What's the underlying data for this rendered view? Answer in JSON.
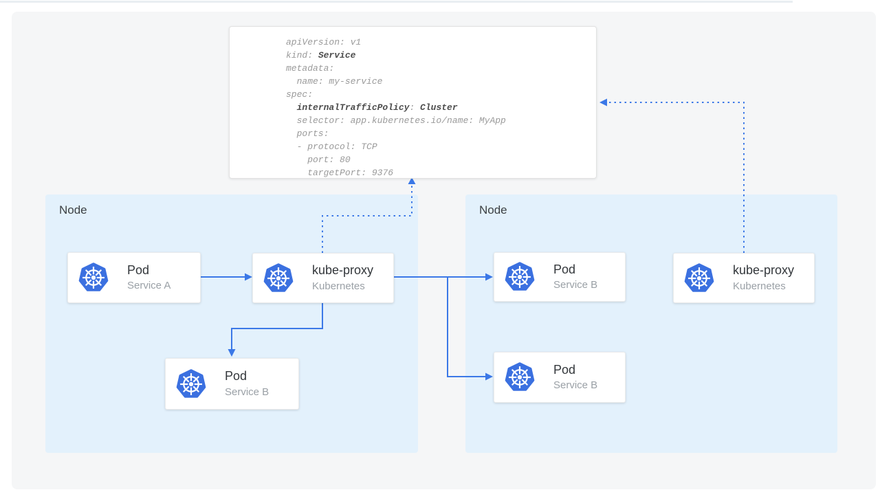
{
  "colors": {
    "arrow": "#3B78E7",
    "k8s-blue": "#3B70E0",
    "node-bg": "#E3F1FC",
    "card-bg": "#F5F6F7",
    "top-line": "#E9EEF2",
    "node-text": "#3C4043",
    "title-text": "#33373B",
    "subtitle-text": "#9AA0A6",
    "code-regular": "#9A9A9A",
    "code-bold": "#4D4D4D"
  },
  "yaml": {
    "lines": [
      [
        {
          "t": "apiVersion: v1",
          "b": false
        }
      ],
      [
        {
          "t": "kind: ",
          "b": false
        },
        {
          "t": "Service",
          "b": true
        }
      ],
      [
        {
          "t": "metadata:",
          "b": false
        }
      ],
      [
        {
          "t": "  name: my-service",
          "b": false
        }
      ],
      [
        {
          "t": "spec:",
          "b": false
        }
      ],
      [
        {
          "t": "  ",
          "b": false
        },
        {
          "t": "internalTrafficPolicy",
          "b": true
        },
        {
          "t": ": ",
          "b": false
        },
        {
          "t": "Cluster",
          "b": true
        }
      ],
      [
        {
          "t": "  selector: app.kubernetes.io/name: MyApp",
          "b": false
        }
      ],
      [
        {
          "t": "  ports:",
          "b": false
        }
      ],
      [
        {
          "t": "  - protocol: TCP",
          "b": false
        }
      ],
      [
        {
          "t": "    port: 80",
          "b": false
        }
      ],
      [
        {
          "t": "    targetPort: 9376",
          "b": false
        }
      ]
    ]
  },
  "nodes": [
    {
      "label": "Node"
    },
    {
      "label": "Node"
    }
  ],
  "boxes": [
    {
      "title": "Pod",
      "subtitle": "Service A"
    },
    {
      "title": "kube-proxy",
      "subtitle": "Kubernetes"
    },
    {
      "title": "Pod",
      "subtitle": "Service B"
    },
    {
      "title": "Pod",
      "subtitle": "Service B"
    },
    {
      "title": "Pod",
      "subtitle": "Service B"
    },
    {
      "title": "kube-proxy",
      "subtitle": "Kubernetes"
    }
  ]
}
